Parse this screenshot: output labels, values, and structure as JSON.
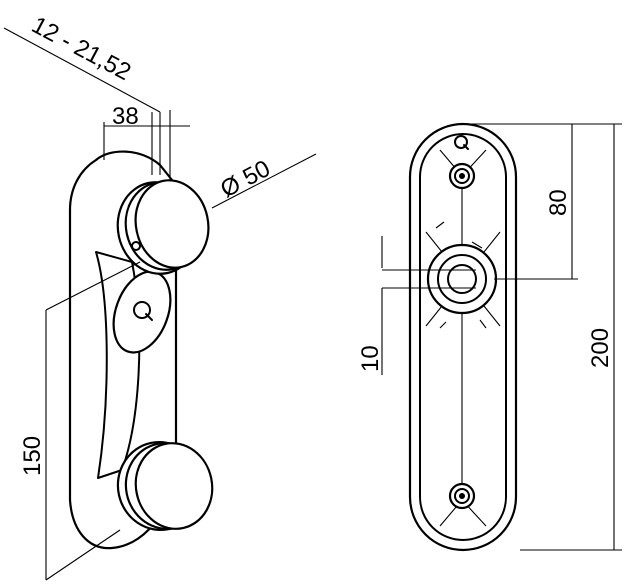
{
  "dimensions": {
    "offset_range": "12 - 21,52",
    "disc_thickness": "38",
    "disc_diameter": "Ø 50",
    "hole_spacing_side": "150",
    "hole_spacing_top": "80",
    "slot_width": "10",
    "total_length": "200"
  },
  "marks": {
    "logo_letter": "Q"
  },
  "colors": {
    "stroke": "#000000",
    "background": "#ffffff"
  }
}
